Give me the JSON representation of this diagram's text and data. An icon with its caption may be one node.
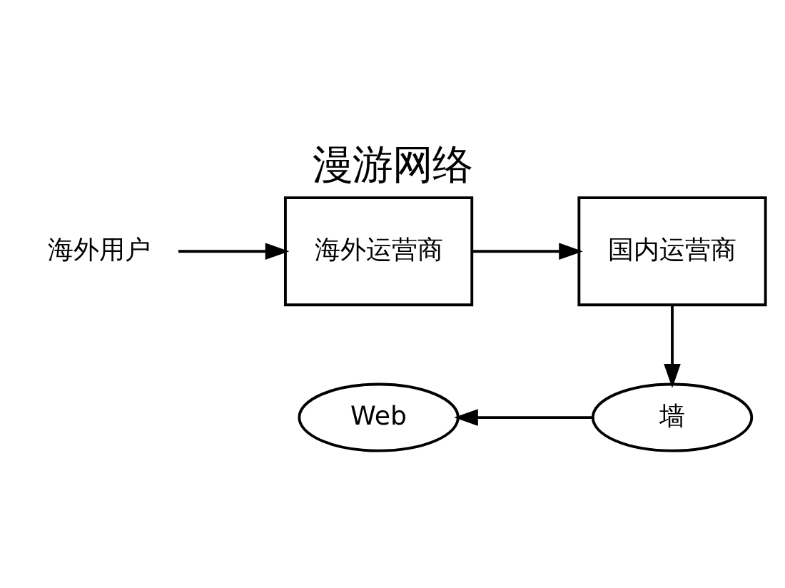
{
  "diagram": {
    "title": "漫游网络",
    "nodes": [
      {
        "text": [
          "Web"
        ]
      },
      {
        "text": [
          "墙"
        ]
      },
      {
        "text": [
          "海外用户"
        ]
      },
      {
        "text": [
          "海外运营商"
        ]
      },
      {
        "text": [
          "国内运营商"
        ]
      }
    ],
    "edges": [
      {
        "from": 2,
        "to": 3,
        "arrow": "to"
      },
      {
        "from": 3,
        "to": 4,
        "arrow": "to"
      },
      {
        "from": 4,
        "to": 1,
        "arrow": "to"
      },
      {
        "from": 1,
        "to": 0,
        "arrow": "to"
      }
    ]
  }
}
